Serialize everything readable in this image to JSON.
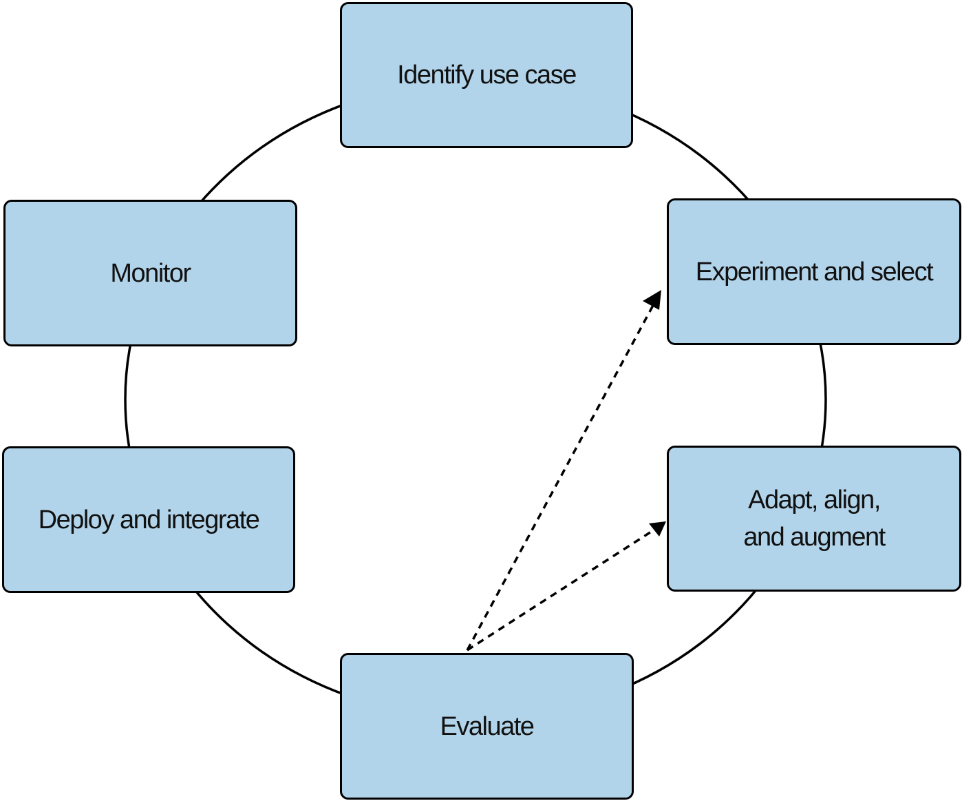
{
  "diagram": {
    "stages": {
      "identify": "Identify use case",
      "experiment": "Experiment and select",
      "adapt": "Adapt, align,\nand augment",
      "evaluate": "Evaluate",
      "deploy": "Deploy and integrate",
      "monitor": "Monitor"
    },
    "connections": [
      {
        "from": "evaluate",
        "to": "experiment",
        "style": "dashed-arrow"
      },
      {
        "from": "evaluate",
        "to": "adapt",
        "style": "dashed-arrow"
      }
    ],
    "colors": {
      "box_fill": "#b2d4ea",
      "stroke": "#000000"
    }
  }
}
